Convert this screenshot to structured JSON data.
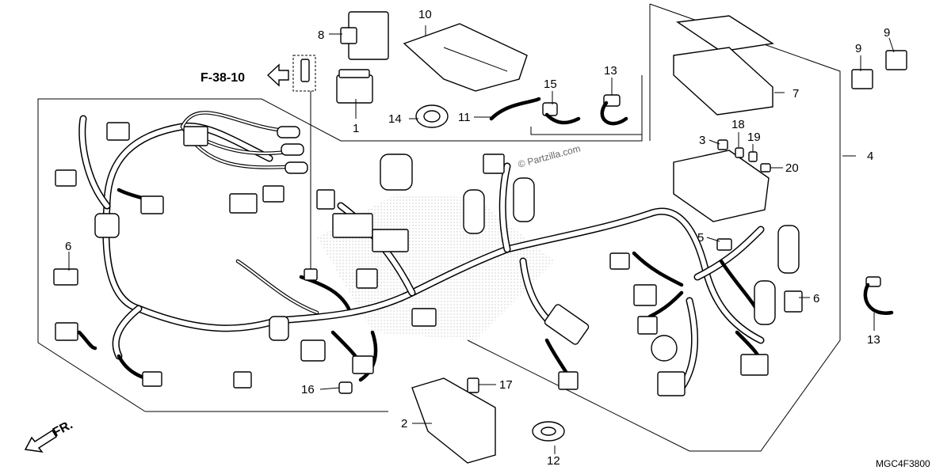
{
  "diagram": {
    "reference": "F-38-10",
    "front_label": "FR.",
    "catalog_code": "MGC4F3800",
    "watermark": "© Partzilla.com",
    "callouts": {
      "c1": "1",
      "c2": "2",
      "c3": "3",
      "c4": "4",
      "c5": "5",
      "c6a": "6",
      "c6b": "6",
      "c7": "7",
      "c8": "8",
      "c9a": "9",
      "c9b": "9",
      "c10": "10",
      "c11": "11",
      "c12": "12",
      "c13a": "13",
      "c13b": "13",
      "c14": "14",
      "c15": "15",
      "c16": "16",
      "c17": "17",
      "c18": "18",
      "c19": "19",
      "c20": "20"
    }
  }
}
